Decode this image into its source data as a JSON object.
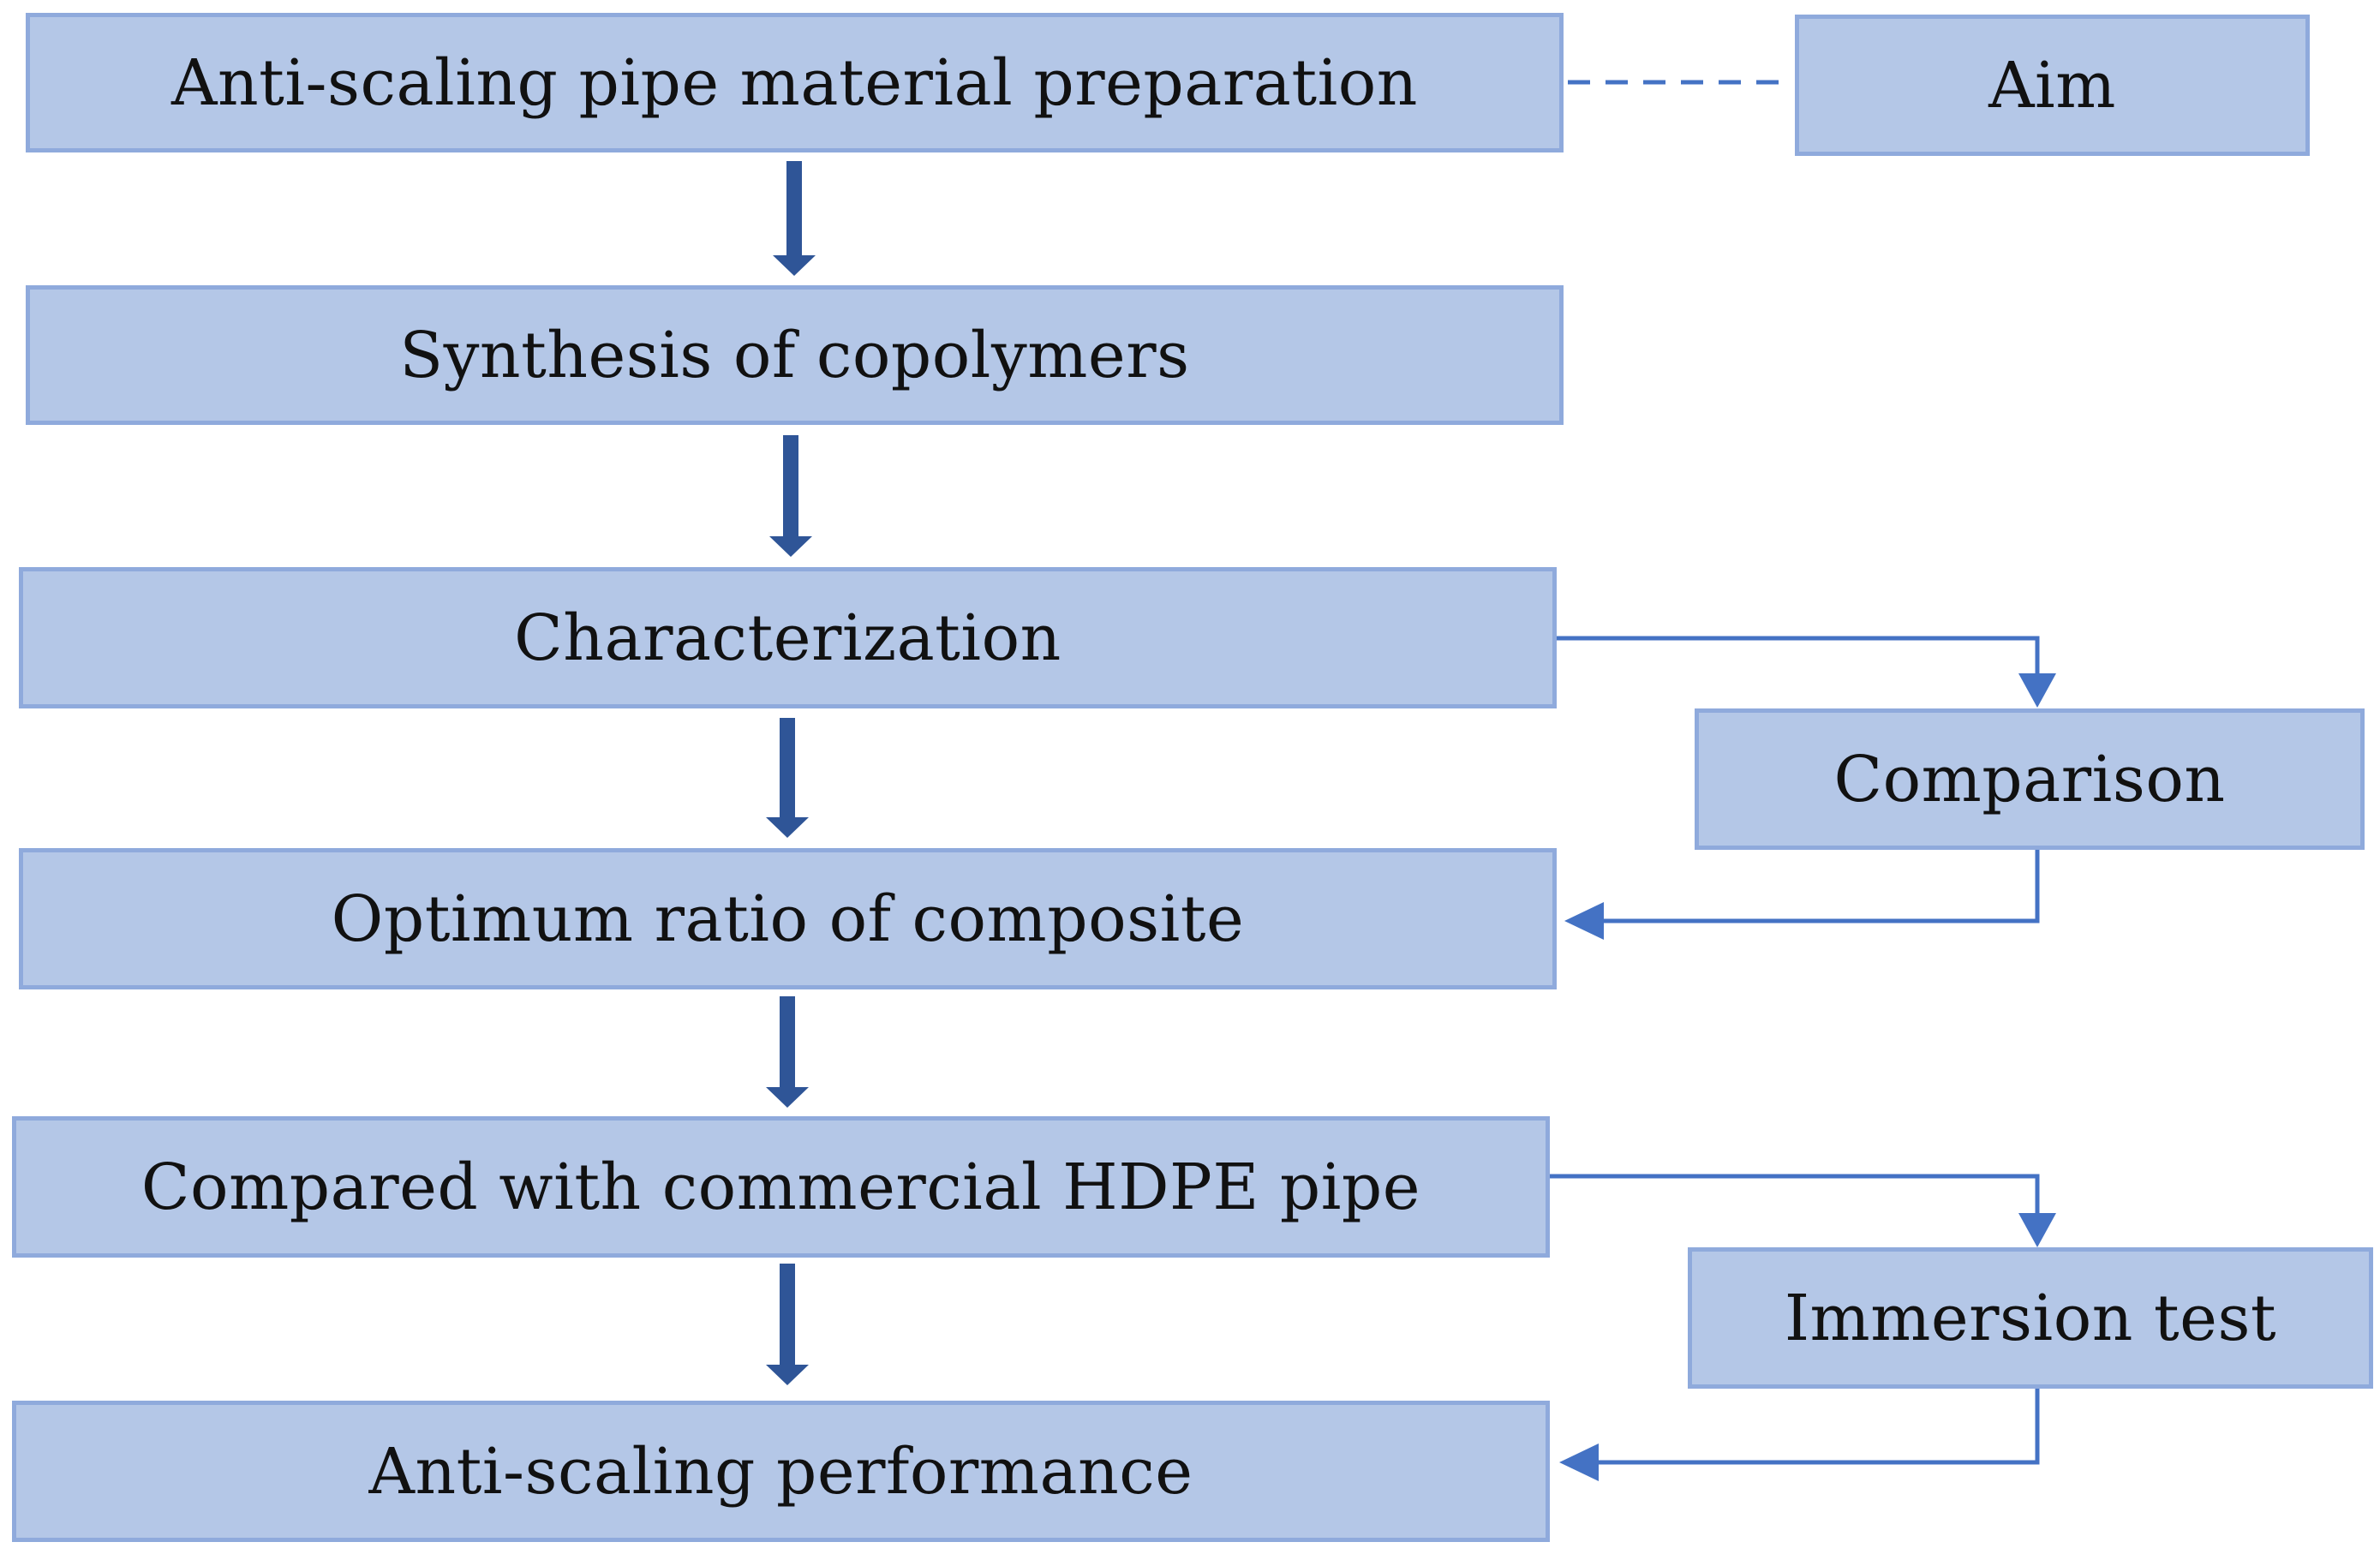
{
  "colors": {
    "box_fill": "#b4c7e7",
    "box_stroke": "#8faadc",
    "main_arrow": "#2f5597",
    "side_arrow": "#4472c4",
    "dashed_line": "#4472c4"
  },
  "diagram": {
    "steps": [
      "Anti-scaling pipe material preparation",
      "Synthesis of copolymers",
      "Characterization",
      "Optimum ratio of composite",
      "Compared with commercial HDPE pipe",
      "Anti-scaling performance"
    ],
    "side_boxes": {
      "aim": "Aim",
      "comparison": "Comparison",
      "immersion": "Immersion test"
    }
  }
}
